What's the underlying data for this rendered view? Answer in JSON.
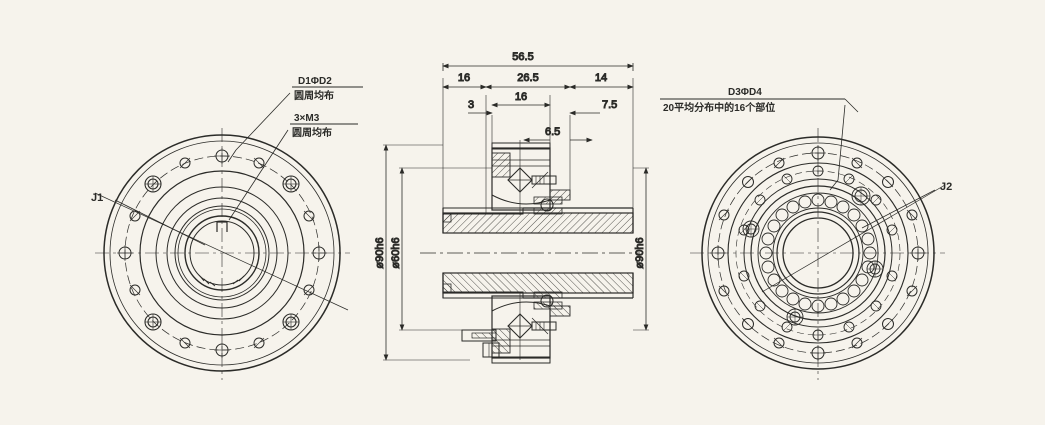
{
  "drawing": {
    "title": "harmonic-drive-assembly-drawing",
    "background_color": "#f6f3ec",
    "line_color": "#2b2b28",
    "hatch_color": "#2b2b28"
  },
  "left_view": {
    "name": "J1",
    "label_j1": "J1",
    "callouts": [
      {
        "id": "d1d2",
        "text": "D1ΦD2",
        "note": "圆周均布"
      },
      {
        "id": "m3",
        "text": "3×M3",
        "note": "圆周均布"
      }
    ]
  },
  "center_view": {
    "horizontal_dimensions": [
      {
        "id": "total",
        "value": "56.5"
      },
      {
        "id": "seg1",
        "value": "16"
      },
      {
        "id": "seg2",
        "value": "26.5"
      },
      {
        "id": "seg3",
        "value": "14"
      },
      {
        "id": "seg4",
        "value": "3"
      },
      {
        "id": "seg5",
        "value": "16"
      },
      {
        "id": "seg6",
        "value": "7.5"
      },
      {
        "id": "seg7",
        "value": "6.5"
      }
    ],
    "vertical_dimensions": [
      {
        "id": "outer_left",
        "value": "ø90h6"
      },
      {
        "id": "inner_left",
        "value": "ø60h6"
      },
      {
        "id": "outer_right",
        "value": "ø90h6"
      }
    ]
  },
  "right_view": {
    "name": "J2",
    "label_j2": "J2",
    "callouts": [
      {
        "id": "d3d4",
        "text": "D3ΦD4",
        "note": "20平均分布中的16个部位"
      }
    ]
  }
}
